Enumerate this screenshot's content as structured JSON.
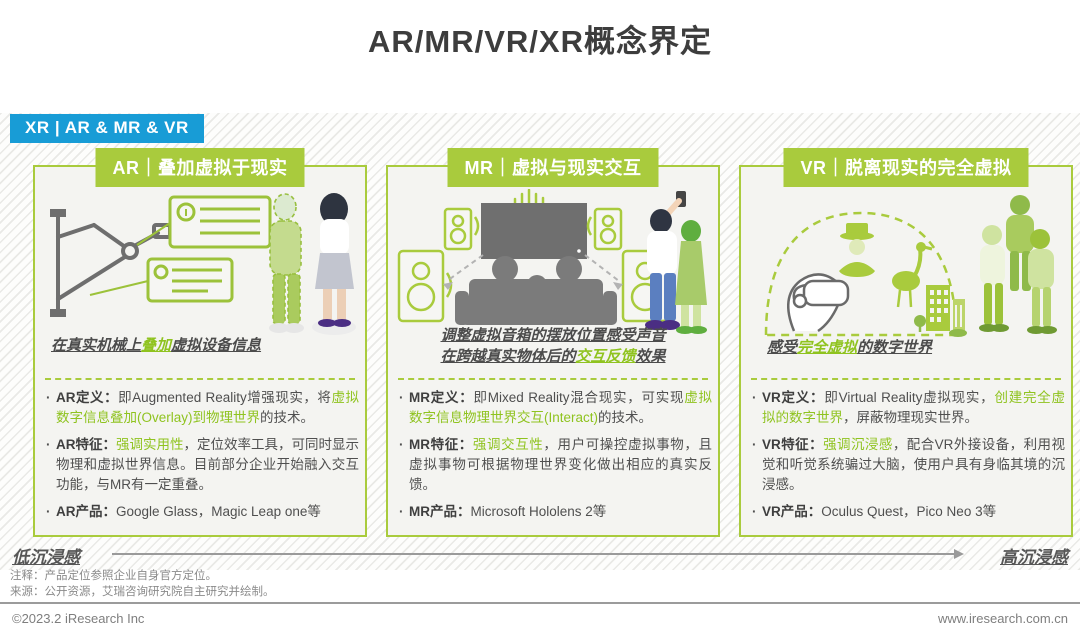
{
  "page": {
    "title": "AR/MR/VR/XR概念界定",
    "xr_badge": "XR | AR & MR & VR"
  },
  "colors": {
    "accent_green": "#a9cb3d",
    "text_green": "#8fc31f",
    "badge_blue": "#189cd6",
    "body_text": "#4f4f4f",
    "illustration_gray": "#6f6f6f"
  },
  "columns": [
    {
      "key": "ar",
      "header": "AR｜叠加虚拟于现实",
      "caption_lines": [
        {
          "pre": "在真实机械上",
          "green": "叠加",
          "post": "虚拟设备信息"
        }
      ],
      "bullets": [
        {
          "label": "AR定义：",
          "pre": "即Augmented Reality增强现实，将",
          "green": "虚拟数字信息叠加(Overlay)到物理世界",
          "post": "的技术。"
        },
        {
          "label": "AR特征：",
          "pre": "",
          "green": "强调实用性",
          "post": "，定位效率工具，可同时显示物理和虚拟世界信息。目前部分企业开始融入交互功能，与MR有一定重叠。"
        },
        {
          "label": "AR产品：",
          "pre": "Google Glass，Magic Leap one等",
          "green": "",
          "post": ""
        }
      ]
    },
    {
      "key": "mr",
      "header": "MR｜虚拟与现实交互",
      "caption_lines": [
        {
          "pre": "调整虚拟音箱的摆放位置感受声音",
          "green": "",
          "post": ""
        },
        {
          "pre": "在跨越真实物体后的",
          "green": "交互反馈",
          "post": "效果"
        }
      ],
      "bullets": [
        {
          "label": "MR定义：",
          "pre": "即Mixed Reality混合现实，可实现",
          "green": "虚拟数字信息物理世界交互(Interact)",
          "post": "的技术。"
        },
        {
          "label": "MR特征：",
          "pre": "",
          "green": "强调交互性",
          "post": "，用户可操控虚拟事物，且虚拟事物可根据物理世界变化做出相应的真实反馈。"
        },
        {
          "label": "MR产品：",
          "pre": "Microsoft Hololens 2等",
          "green": "",
          "post": ""
        }
      ]
    },
    {
      "key": "vr",
      "header": "VR｜脱离现实的完全虚拟",
      "caption_lines": [
        {
          "pre": "感受",
          "green": "完全虚拟",
          "post": "的数字世界"
        }
      ],
      "bullets": [
        {
          "label": "VR定义：",
          "pre": "即Virtual Reality虚拟现实，",
          "green": "创建完全虚拟的数字世界",
          "post": "，屏蔽物理现实世界。"
        },
        {
          "label": "VR特征：",
          "pre": "",
          "green": "强调沉浸感",
          "post": "，配合VR外接设备，利用视觉和听觉系统骗过大脑，使用户具有身临其境的沉浸感。"
        },
        {
          "label": "VR产品：",
          "pre": "Oculus Quest，Pico Neo 3等",
          "green": "",
          "post": ""
        }
      ]
    }
  ],
  "immersion_axis": {
    "low_label": "低沉浸感",
    "high_label": "高沉浸感"
  },
  "notes": {
    "annotation": "注释：产品定位参照企业自身官方定位。",
    "source": "来源：公开资源，艾瑞咨询研究院自主研究并绘制。"
  },
  "footer": {
    "left": "©2023.2 iResearch Inc",
    "right": "www.iresearch.com.cn"
  }
}
